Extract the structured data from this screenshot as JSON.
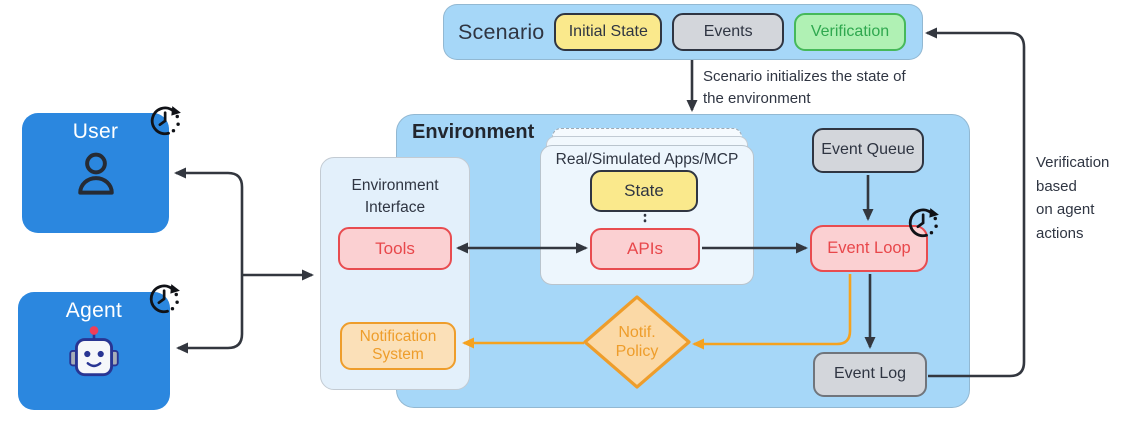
{
  "colors": {
    "panel_blue": "#A6D7F8",
    "actor_blue": "#2B87DF",
    "chip_yellow": "#FAE98C",
    "chip_gray": "#D3D6DB",
    "chip_green_bg": "#B0F1B4",
    "green_text": "#2FA84F",
    "chip_pink": "#FBD0D2",
    "red_text": "#E8474B",
    "chip_orange_bg": "#FBE0B8",
    "orange": "#EE9D2B",
    "arrow_dark": "#33373F",
    "arrow_orange": "#F5A21F",
    "dark_text": "#2F3542"
  },
  "scenario": {
    "label": "Scenario",
    "chips": [
      {
        "label": "Initial State"
      },
      {
        "label": "Events"
      },
      {
        "label": "Verification"
      }
    ]
  },
  "actors": {
    "user_label": "User",
    "agent_label": "Agent"
  },
  "environment": {
    "title": "Environment",
    "interface": {
      "title_lines": [
        "Environment",
        "Interface"
      ],
      "tools_label": "Tools",
      "notification_lines": [
        "Notification",
        "System"
      ]
    },
    "apps": {
      "title": "Real/Simulated Apps/MCP",
      "state_label": "State",
      "apis_label": "APIs"
    },
    "event_queue_label": "Event Queue",
    "event_loop_label": "Event Loop",
    "event_log_label": "Event Log",
    "notif_policy_lines": [
      "Notif.",
      "Policy"
    ]
  },
  "annotations": {
    "init_lines": [
      "Scenario initializes the state of",
      "the environment"
    ],
    "verification_lines": [
      "Verification",
      "based",
      "on agent",
      "actions"
    ]
  },
  "icons": {
    "clock": "clock-cycle-icon",
    "user": "person-icon",
    "agent": "robot-icon"
  }
}
